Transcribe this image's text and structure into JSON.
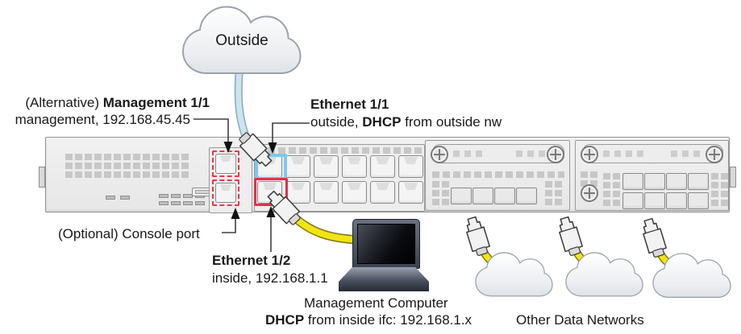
{
  "clouds": {
    "outside": {
      "label": "Outside"
    }
  },
  "callouts": {
    "management": {
      "prefix": "(Alternative) ",
      "name": "Management 1/1",
      "detail": "management, 192.168.45.45"
    },
    "ethernet_1_1": {
      "name": "Ethernet 1/1",
      "detail_prefix": "outside, ",
      "detail_bold": "DHCP",
      "detail_suffix": " from outside nw"
    },
    "console": {
      "label": "(Optional) Console port"
    },
    "ethernet_1_2": {
      "name": "Ethernet 1/2",
      "detail": "inside, 192.168.1.1"
    },
    "management_computer": {
      "name": "Management Computer",
      "detail_bold": "DHCP",
      "detail_suffix": " from inside ifc: 192.168.1.x"
    },
    "other_data_networks": {
      "label": "Other Data Networks"
    }
  },
  "colors": {
    "ethernet_1_1_highlight": "#7cc9ec",
    "ethernet_1_2_highlight": "#e0334a",
    "management_console_dashed": "#e8394e",
    "outside_cable": "#cde3ed",
    "inside_cable": "#f2e412"
  }
}
